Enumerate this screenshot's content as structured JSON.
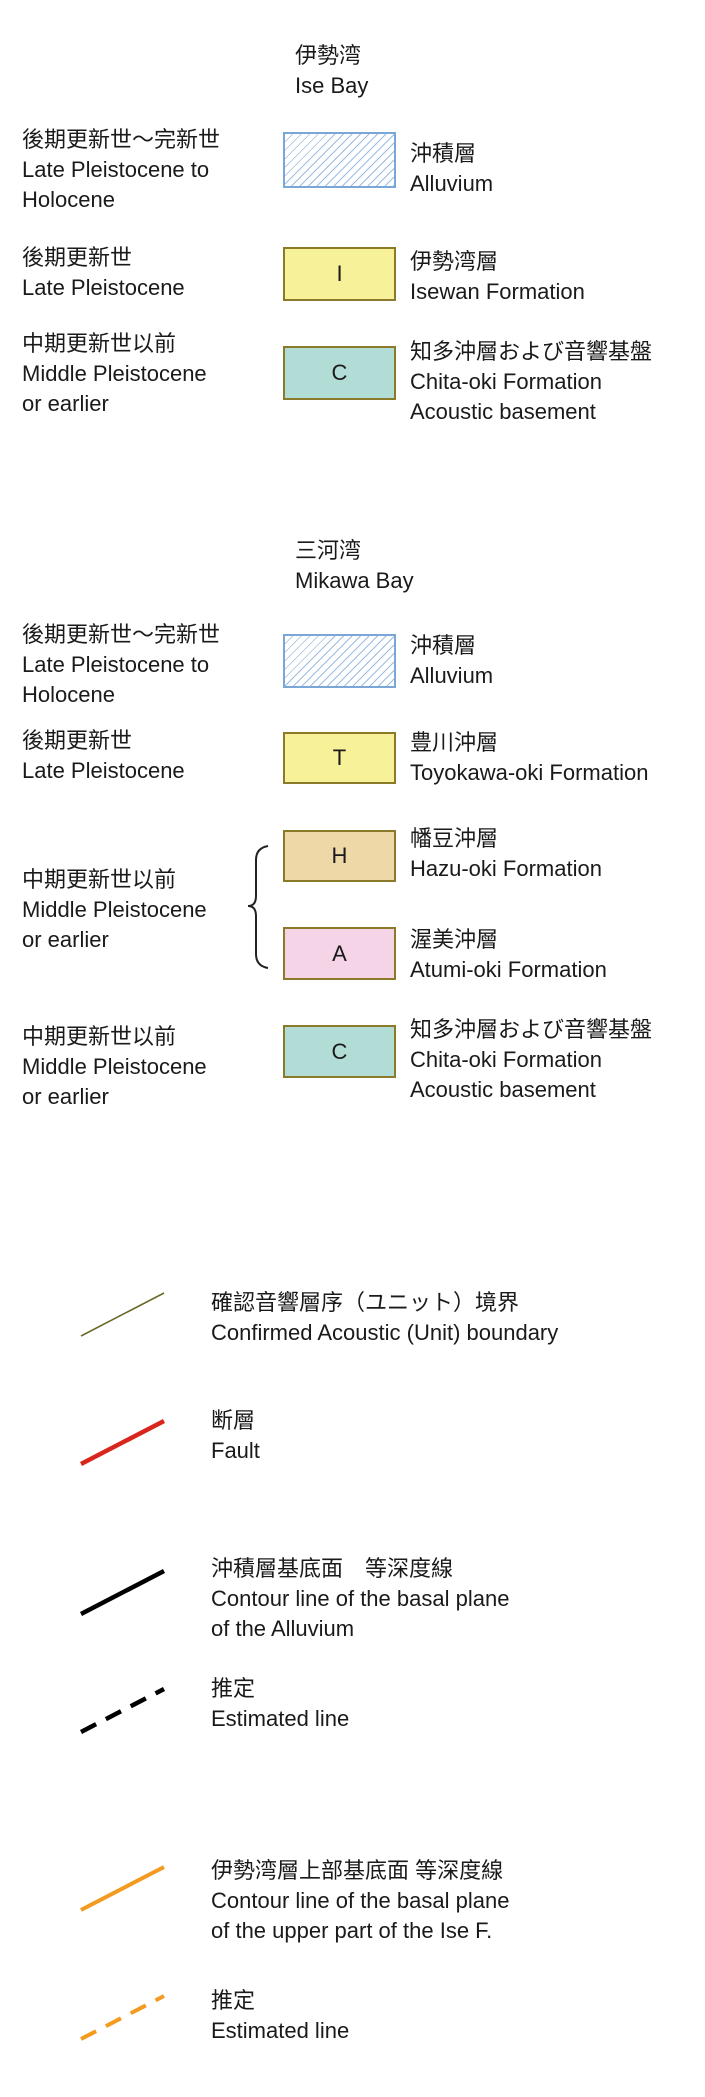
{
  "ise_bay": {
    "title_ja": "伊勢湾",
    "title_en": "Ise Bay",
    "rows": [
      {
        "age_ja": "後期更新世～完新世",
        "age_en1": "Late Pleistocene to",
        "age_en2": "Holocene",
        "code": "",
        "unit_ja": "沖積層",
        "unit_en1": "Alluvium",
        "unit_en2": ""
      },
      {
        "age_ja": "後期更新世",
        "age_en1": "Late Pleistocene",
        "age_en2": "",
        "code": "I",
        "unit_ja": "伊勢湾層",
        "unit_en1": "Isewan Formation",
        "unit_en2": ""
      },
      {
        "age_ja": "中期更新世以前",
        "age_en1": "Middle Pleistocene",
        "age_en2": "or earlier",
        "code": "C",
        "unit_ja": "知多沖層および音響基盤",
        "unit_en1": "Chita-oki Formation",
        "unit_en2": "Acoustic basement"
      }
    ]
  },
  "mikawa_bay": {
    "title_ja": "三河湾",
    "title_en": "Mikawa Bay",
    "rows": [
      {
        "age_ja": "後期更新世～完新世",
        "age_en1": "Late Pleistocene to",
        "age_en2": "Holocene",
        "code": "",
        "unit_ja": "沖積層",
        "unit_en1": "Alluvium",
        "unit_en2": ""
      },
      {
        "age_ja": "後期更新世",
        "age_en1": "Late Pleistocene",
        "age_en2": "",
        "code": "T",
        "unit_ja": "豊川沖層",
        "unit_en1": "Toyokawa-oki Formation",
        "unit_en2": ""
      },
      {
        "age_ja": "",
        "age_en1": "",
        "age_en2": "",
        "code": "H",
        "unit_ja": "幡豆沖層",
        "unit_en1": "Hazu-oki Formation",
        "unit_en2": ""
      },
      {
        "age_ja": "",
        "age_en1": "",
        "age_en2": "",
        "code": "A",
        "unit_ja": "渥美沖層",
        "unit_en1": "Atumi-oki Formation",
        "unit_en2": ""
      },
      {
        "age_ja": "中期更新世以前",
        "age_en1": "Middle Pleistocene",
        "age_en2": "or earlier",
        "code": "C",
        "unit_ja": "知多沖層および音響基盤",
        "unit_en1": "Chita-oki Formation",
        "unit_en2": "Acoustic basement"
      }
    ],
    "group_age": {
      "ja": "中期更新世以前",
      "en1": "Middle Pleistocene",
      "en2": "or earlier"
    }
  },
  "colors": {
    "alluvium": "#9cbde0",
    "isewan": "#f7f19a",
    "chita": "#b2dcd6",
    "hazu": "#efd8a8",
    "atumi": "#f4d4e6",
    "confirmed": "#6b6b2a",
    "fault": "#d9261c",
    "contour": "#000000",
    "ise_contour": "#f39a21"
  },
  "lines": [
    {
      "ja": "確認音響層序（ユニット）境界",
      "en1": "Confirmed Acoustic (Unit) boundary",
      "en2": ""
    },
    {
      "ja": "断層",
      "en1": "Fault",
      "en2": ""
    },
    {
      "ja": "沖積層基底面　等深度線",
      "en1": "Contour line of the basal plane",
      "en2": "of the Alluvium"
    },
    {
      "ja": "推定",
      "en1": "Estimated line",
      "en2": ""
    },
    {
      "ja": "伊勢湾層上部基底面 等深度線",
      "en1": "Contour line of the basal plane",
      "en2": "of the upper part of the Ise F."
    },
    {
      "ja": "推定",
      "en1": "Estimated line",
      "en2": ""
    }
  ]
}
